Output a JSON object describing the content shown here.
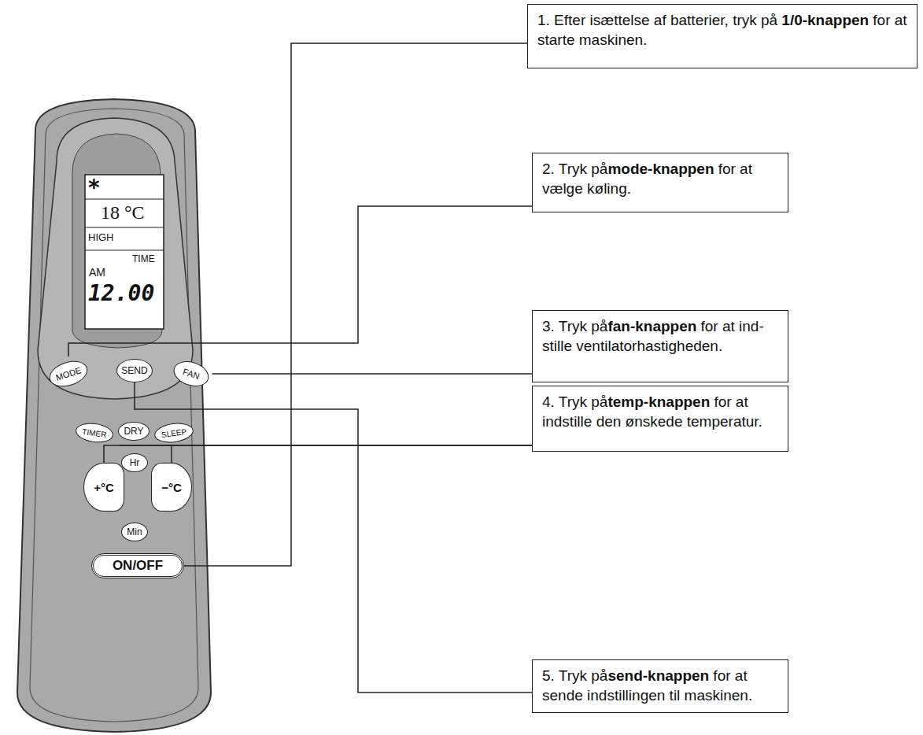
{
  "diagram": {
    "nodes": [
      {
        "text": [
          "MODE"
        ]
      },
      {
        "text": [
          "SEND"
        ]
      },
      {
        "text": [
          "FAN"
        ]
      },
      {
        "text": [
          "TIMER"
        ]
      },
      {
        "text": [
          "DRY"
        ]
      },
      {
        "text": [
          "SLEEP"
        ]
      },
      {
        "text": [
          "Hr"
        ]
      },
      {
        "text": [
          "+°C"
        ]
      },
      {
        "text": [
          "−°C"
        ]
      },
      {
        "text": [
          "Min"
        ]
      },
      {
        "text": [
          "ON/OFF"
        ]
      },
      {
        "text": [
          "1. Efter isættelse af batterier, tryk på",
          "1/0-knappen",
          "for at starte maskinen."
        ]
      },
      {
        "text": [
          "2. Tryk på",
          "mode-knappen",
          "for at vælge køling."
        ]
      },
      {
        "text": [
          "3. Tryk på",
          "fan-knappen",
          "for at ind- stille ventilatorhastigheden."
        ]
      },
      {
        "text": [
          "4. Tryk på",
          "temp-knappen",
          "for at indstille den ønskede temperatur."
        ]
      },
      {
        "text": [
          "5. Tryk på",
          "send-knappen",
          "for at sende indstillingen til maskinen."
        ]
      }
    ],
    "edges": [
      {
        "from": 10,
        "to": 11,
        "arrow": "none"
      },
      {
        "from": 0,
        "to": 12,
        "arrow": "none"
      },
      {
        "from": 2,
        "to": 13,
        "arrow": "none"
      },
      {
        "from": 7,
        "to": 14,
        "arrow": "none"
      },
      {
        "from": 8,
        "to": 14,
        "arrow": "none"
      },
      {
        "from": 1,
        "to": 15,
        "arrow": "none"
      }
    ],
    "labels": [
      "*",
      "18 °C",
      "HIGH",
      "TIME",
      "AM",
      "12.00"
    ]
  }
}
